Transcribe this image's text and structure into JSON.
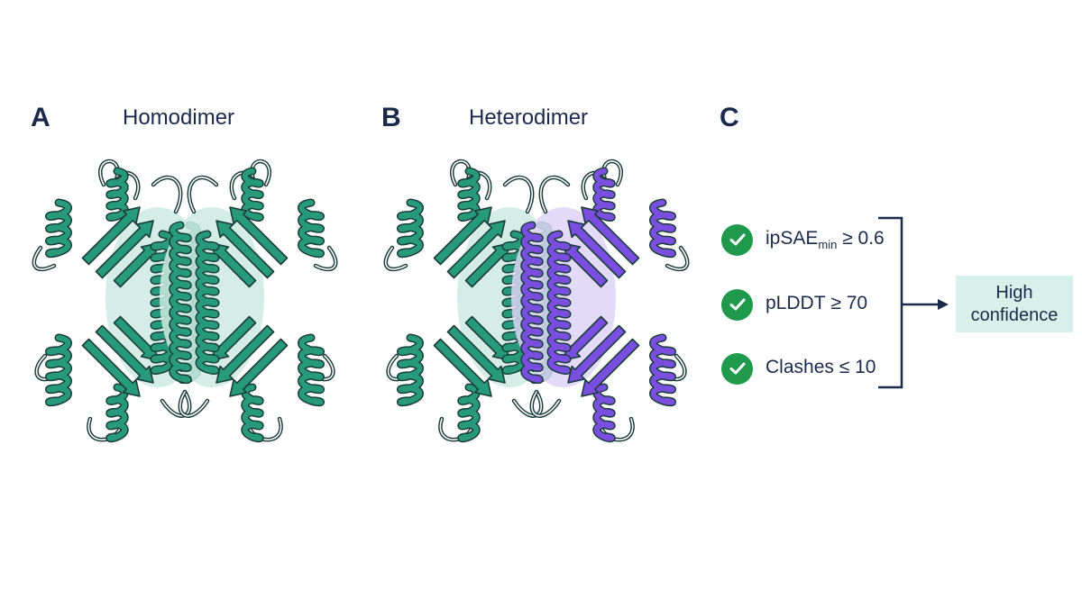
{
  "panels": {
    "a": {
      "letter": "A",
      "title": "Homodimer"
    },
    "b": {
      "letter": "B",
      "title": "Heterodimer"
    },
    "c": {
      "letter": "C"
    }
  },
  "criteria": [
    {
      "metric": "ipSAE",
      "subscript": "min",
      "rest": " ≥ 0.6"
    },
    {
      "metric": "pLDDT",
      "subscript": "",
      "rest": " ≥ 70"
    },
    {
      "metric": "Clashes",
      "subscript": "",
      "rest": " ≤ 10"
    }
  ],
  "result": {
    "label": "High confidence"
  },
  "colors": {
    "chain_teal": "#279a7c",
    "chain_purple": "#7a4fe0",
    "outline": "#1a3d3a",
    "interface_teal": "#cdebe3",
    "interface_purple": "#ddd3f7",
    "check_green": "#1f9a4c",
    "text_navy": "#1b2a4a",
    "result_box": "#d8f0ea"
  },
  "icons": {
    "check": "check-circle-icon",
    "arrow": "arrow-right-icon"
  }
}
